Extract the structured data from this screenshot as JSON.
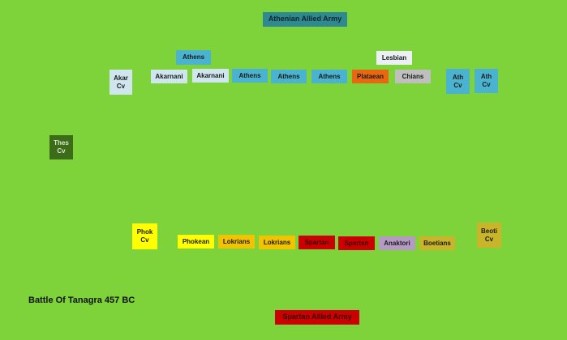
{
  "title": "Battle Of Tanagra 457 BC",
  "athenian_army": {
    "banner": "Athenian Allied Army",
    "units": {
      "athens_reserve": "Athens",
      "lesbian": "Lesbian",
      "akar_cv": "Akar\nCv",
      "akarnani_1": "Akarnani",
      "akarnani_2": "Akarnani",
      "athens_1": "Athens",
      "athens_2": "Athens",
      "athens_3": "Athens",
      "plataean": "Plataean",
      "chians": "Chians",
      "ath_cv_1": "Ath\nCv",
      "ath_cv_2": "Ath\nCv",
      "thes_cv": "Thes\nCv"
    }
  },
  "spartan_army": {
    "banner": "Spartan Allied Army",
    "units": {
      "phok_cv": "Phok\nCv",
      "phokean": "Phokean",
      "lokrians_1": "Lokrians",
      "lokrians_2": "Lokrians",
      "spartan_1": "Spartan",
      "spartan_2": "Spartan",
      "anaktori": "Anaktori",
      "boetians": "Boetians",
      "beoti_cv": "Beoti\nCv"
    }
  },
  "colors": {
    "background": "#7ed23a",
    "athens_blue": "#4ab3cf",
    "banner_teal": "#2e8a8f",
    "akarnani": "#cfe6ef",
    "lesbian": "#eaf0f4",
    "plataean": "#e8670f",
    "chians": "#bfbfbf",
    "thessalian": "#3c6b1a",
    "phokean": "#ffff00",
    "lokrian": "#f2c400",
    "spartan": "#cc0000",
    "anaktori": "#b59bc4",
    "boetian": "#c9b52a"
  }
}
